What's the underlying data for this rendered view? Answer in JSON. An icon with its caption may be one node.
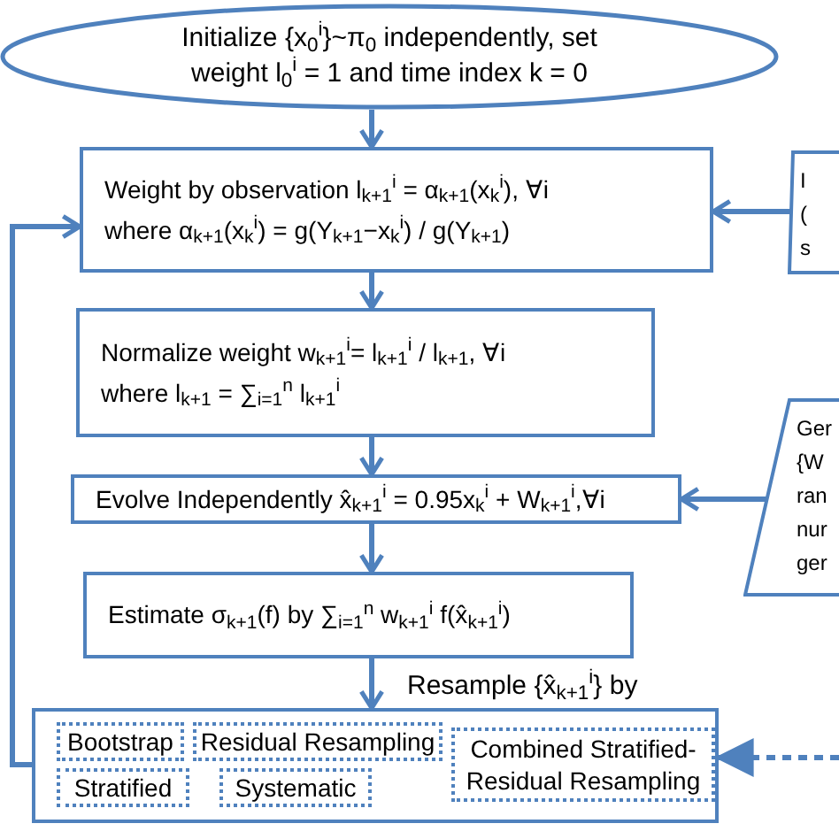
{
  "diagram": {
    "nodes": [
      {
        "text": [
          "Initialize {x$_{0}$$^{i}$}~π$_{0}$ independently, set weight l$_{0}$$^{i}$ = 1 and time index k = 0"
        ]
      },
      {
        "text": [
          "Weight by observation l$_{k+1}$$^{i}$ = α$_{k+1}$(x$_{k}$$^{i}$), ∀i",
          "where α$_{k+1}$(x$_{k}$$^{i}$) = g(Y$_{k+1}$−x$_{k}$$^{i}$) / g(Y$_{k+1}$)"
        ]
      },
      {
        "text": [
          "Normalize weight w$_{k+1}$$^{i}$= l$_{k+1}$$^{i}$ / l$_{k+1}$, ∀i",
          "where l$_{k+1}$ = ∑$_{i=1}$$^{n}$ l$_{k+1}$$^{i}$"
        ]
      },
      {
        "text": [
          "Evolve Independently x̂$_{k+1}$$^{i}$ = 0.95x$_{k}$$^{i}$ + W$_{k+1}$$^{i}$,∀i"
        ]
      },
      {
        "text": [
          "Estimate σ$_{k+1}$(f) by ∑$_{i=1}$$^{n}$ w$_{k+1}$$^{i}$ f(x̂$_{k+1}$$^{i}$)"
        ]
      },
      {
        "text": [
          "Resample {x̂$_{k+1}$$^{i}$} by"
        ]
      },
      {
        "text": [
          "Bootstrap"
        ],
        "in": 5
      },
      {
        "text": [
          "Residual Resampling"
        ],
        "in": 5
      },
      {
        "text": [
          "Combined Stratified-Residual Resampling"
        ],
        "in": 5
      },
      {
        "text": [
          "Stratified"
        ],
        "in": 5
      },
      {
        "text": [
          "Systematic"
        ],
        "in": 5
      },
      {
        "text": [
          "I ( s"
        ]
      },
      {
        "text": [
          "Ger {W ran nur ger"
        ]
      }
    ],
    "edges": [
      {
        "from": 0,
        "to": 1,
        "arrow": "to"
      },
      {
        "from": 1,
        "to": 2,
        "arrow": "to"
      },
      {
        "from": 2,
        "to": 3,
        "arrow": "to"
      },
      {
        "from": 3,
        "to": 4,
        "arrow": "to"
      },
      {
        "from": 4,
        "to": 5,
        "arrow": "to"
      },
      {
        "from": 5,
        "to": 1,
        "arrow": "to"
      },
      {
        "from": 11,
        "to": 1,
        "arrow": "to"
      },
      {
        "from": 12,
        "to": 3,
        "arrow": "to"
      },
      {
        "from": null,
        "to": 5,
        "arrow": "to",
        "style": "dashed"
      }
    ]
  }
}
